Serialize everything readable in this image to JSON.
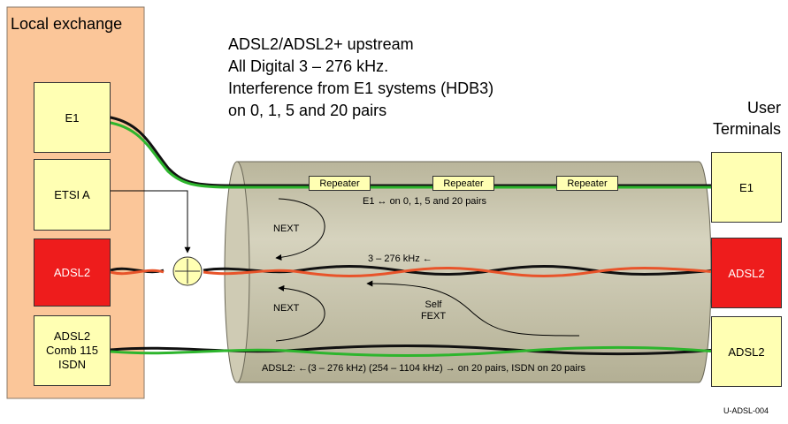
{
  "exchange": {
    "title": "Local exchange",
    "boxes": {
      "e1": "E1",
      "etsi": "ETSI A",
      "adsl2": "ADSL2",
      "combo": "ADSL2\nComb 115\nISDN"
    }
  },
  "description": {
    "line1": "ADSL2/ADSL2+ upstream",
    "line2": "All Digital 3 – 276 kHz.",
    "line3": "Interference from E1 systems (HDB3)",
    "line4": "on 0, 1, 5 and 20 pairs"
  },
  "user_terminals": {
    "title": "User\nTerminals",
    "boxes": {
      "e1": "E1",
      "adsl2_red": "ADSL2",
      "adsl2_yellow": "ADSL2"
    }
  },
  "cable": {
    "repeaters": [
      "Repeater",
      "Repeater",
      "Repeater"
    ],
    "e1_note": "E1 ↔ on 0, 1, 5 and 20 pairs",
    "adsl_note": "3 – 276 kHz ←",
    "bottom_note": "ADSL2: ←(3 – 276 kHz) (254 – 1104 kHz) → on 20 pairs, ISDN on 20 pairs",
    "next_top": "NEXT",
    "next_bottom": "NEXT",
    "self_fext": "Self\nFEXT"
  },
  "figure_id": "U-ADSL-004",
  "colors": {
    "exchange_bg": "#fbc699",
    "cable_bg": "#c5c1a8",
    "box_yellow": "#ffffb3",
    "box_red": "#ee1c1c",
    "green_wire": "#2db52d",
    "red_wire": "#e8542a"
  }
}
